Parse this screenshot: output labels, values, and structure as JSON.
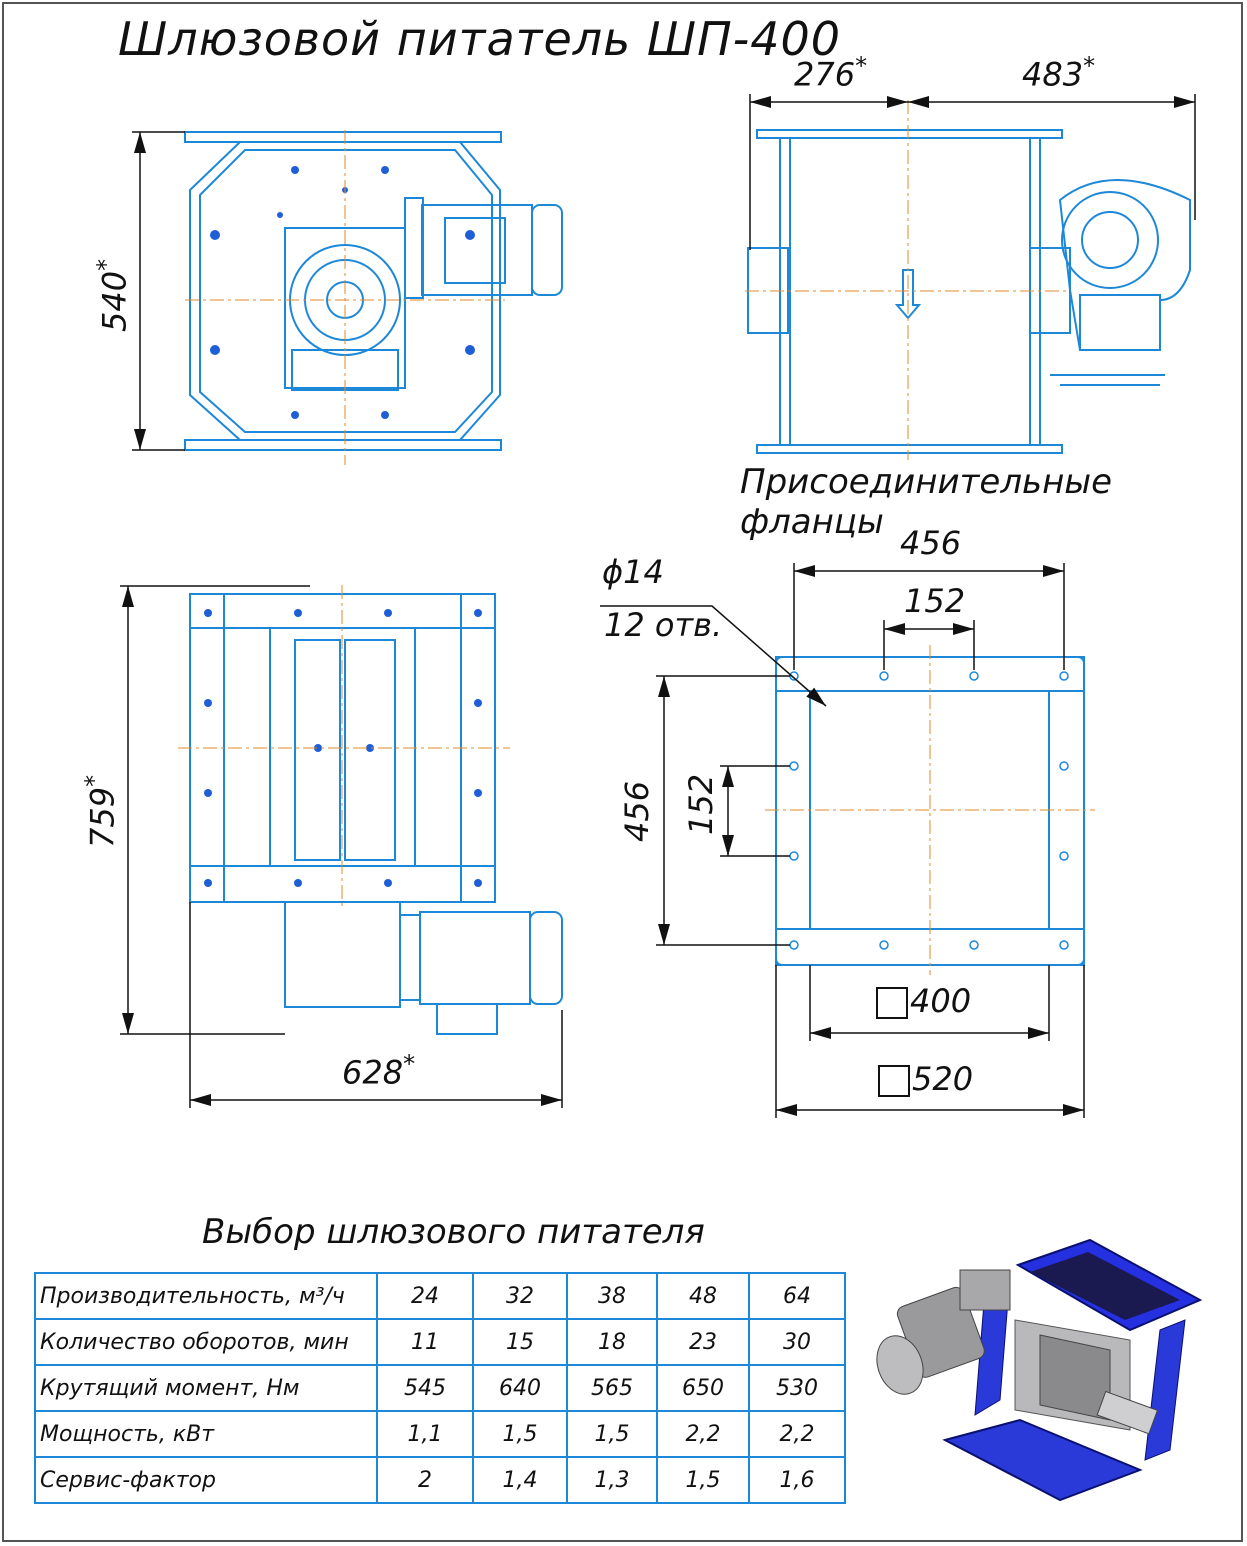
{
  "title": "Шлюзовой питатель ШП-400",
  "flanges_caption": "Присоединительные фланцы",
  "selection_caption": "Выбор шлюзового питателя",
  "dimensions": {
    "top_height": "540",
    "side_left": "276",
    "side_right": "483",
    "front_height": "759",
    "front_width": "628",
    "flange_outer_w": "456",
    "flange_pitch_w": "152",
    "flange_outer_h": "456",
    "flange_pitch_h": "152",
    "hole_dia": "ϕ14",
    "hole_count": "12 отв.",
    "inner_square": "400",
    "outer_square": "520",
    "star": "*"
  },
  "table": {
    "rows": [
      {
        "label": "Производительность, м³/ч",
        "values": [
          "24",
          "32",
          "38",
          "48",
          "64"
        ]
      },
      {
        "label": "Количество оборотов, мин",
        "values": [
          "11",
          "15",
          "18",
          "23",
          "30"
        ]
      },
      {
        "label": "Крутящий момент, Нм",
        "values": [
          "545",
          "640",
          "565",
          "650",
          "530"
        ]
      },
      {
        "label": "Мощность, кВт",
        "values": [
          "1,1",
          "1,5",
          "1,5",
          "2,2",
          "2,2"
        ]
      },
      {
        "label": "Сервис-фактор",
        "values": [
          "2",
          "1,4",
          "1,3",
          "1,5",
          "1,6"
        ]
      }
    ]
  },
  "colors": {
    "line": "#1e88d8",
    "accent": "#2a3fd6",
    "center": "#e08a2a",
    "dim": "#111111"
  }
}
